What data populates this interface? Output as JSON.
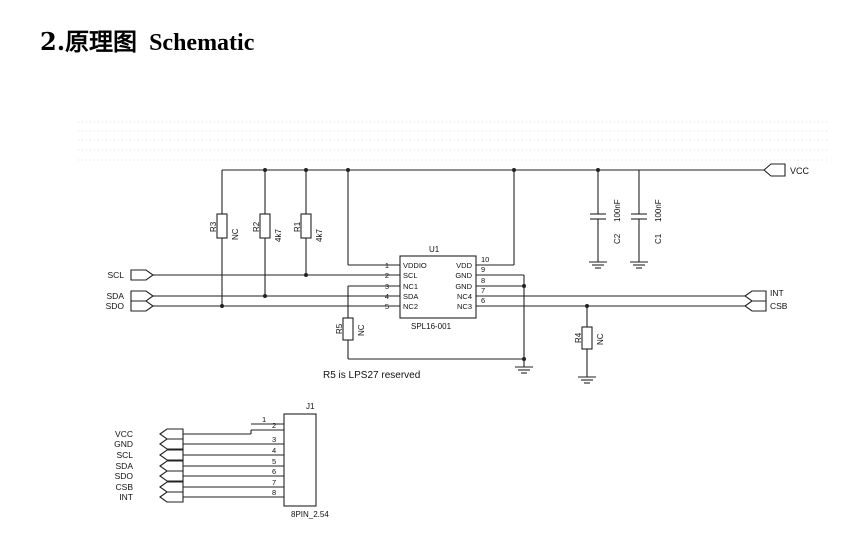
{
  "heading": {
    "number": "2.",
    "chinese": "原理图",
    "english": "Schematic"
  },
  "nets": {
    "vcc": "VCC",
    "scl": "SCL",
    "sda": "SDA",
    "sdo": "SDO",
    "int": "INT",
    "csb": "CSB",
    "gnd": "GND"
  },
  "u1": {
    "ref": "U1",
    "part": "SPL16-001",
    "left_pins": [
      {
        "num": "1",
        "name": "VDDIO"
      },
      {
        "num": "2",
        "name": "SCL"
      },
      {
        "num": "3",
        "name": "NC1"
      },
      {
        "num": "4",
        "name": "SDA"
      },
      {
        "num": "5",
        "name": "NC2"
      }
    ],
    "right_pins": [
      {
        "num": "10",
        "name": "VDD"
      },
      {
        "num": "9",
        "name": "GND"
      },
      {
        "num": "8",
        "name": "GND"
      },
      {
        "num": "7",
        "name": "NC4"
      },
      {
        "num": "6",
        "name": "NC3"
      }
    ]
  },
  "resistors": {
    "r3": {
      "ref": "R3",
      "value": "NC"
    },
    "r2": {
      "ref": "R2",
      "value": "4k7"
    },
    "r1": {
      "ref": "R1",
      "value": "4k7"
    },
    "r5": {
      "ref": "R5",
      "value": "NC"
    },
    "r4": {
      "ref": "R4",
      "value": "NC"
    }
  },
  "capacitors": {
    "c2": {
      "ref": "C2",
      "value": "100nF"
    },
    "c1": {
      "ref": "C1",
      "value": "100nF"
    }
  },
  "note": "R5 is LPS27 reserved",
  "j1": {
    "ref": "J1",
    "part": "8PIN_2.54",
    "pins": [
      {
        "num": "1",
        "net": ""
      },
      {
        "num": "2",
        "net": "VCC"
      },
      {
        "num": "3",
        "net": "GND"
      },
      {
        "num": "4",
        "net": "SCL"
      },
      {
        "num": "5",
        "net": "SDA"
      },
      {
        "num": "6",
        "net": "SDO"
      },
      {
        "num": "7",
        "net": "CSB"
      },
      {
        "num": "8",
        "net": "INT"
      }
    ]
  }
}
